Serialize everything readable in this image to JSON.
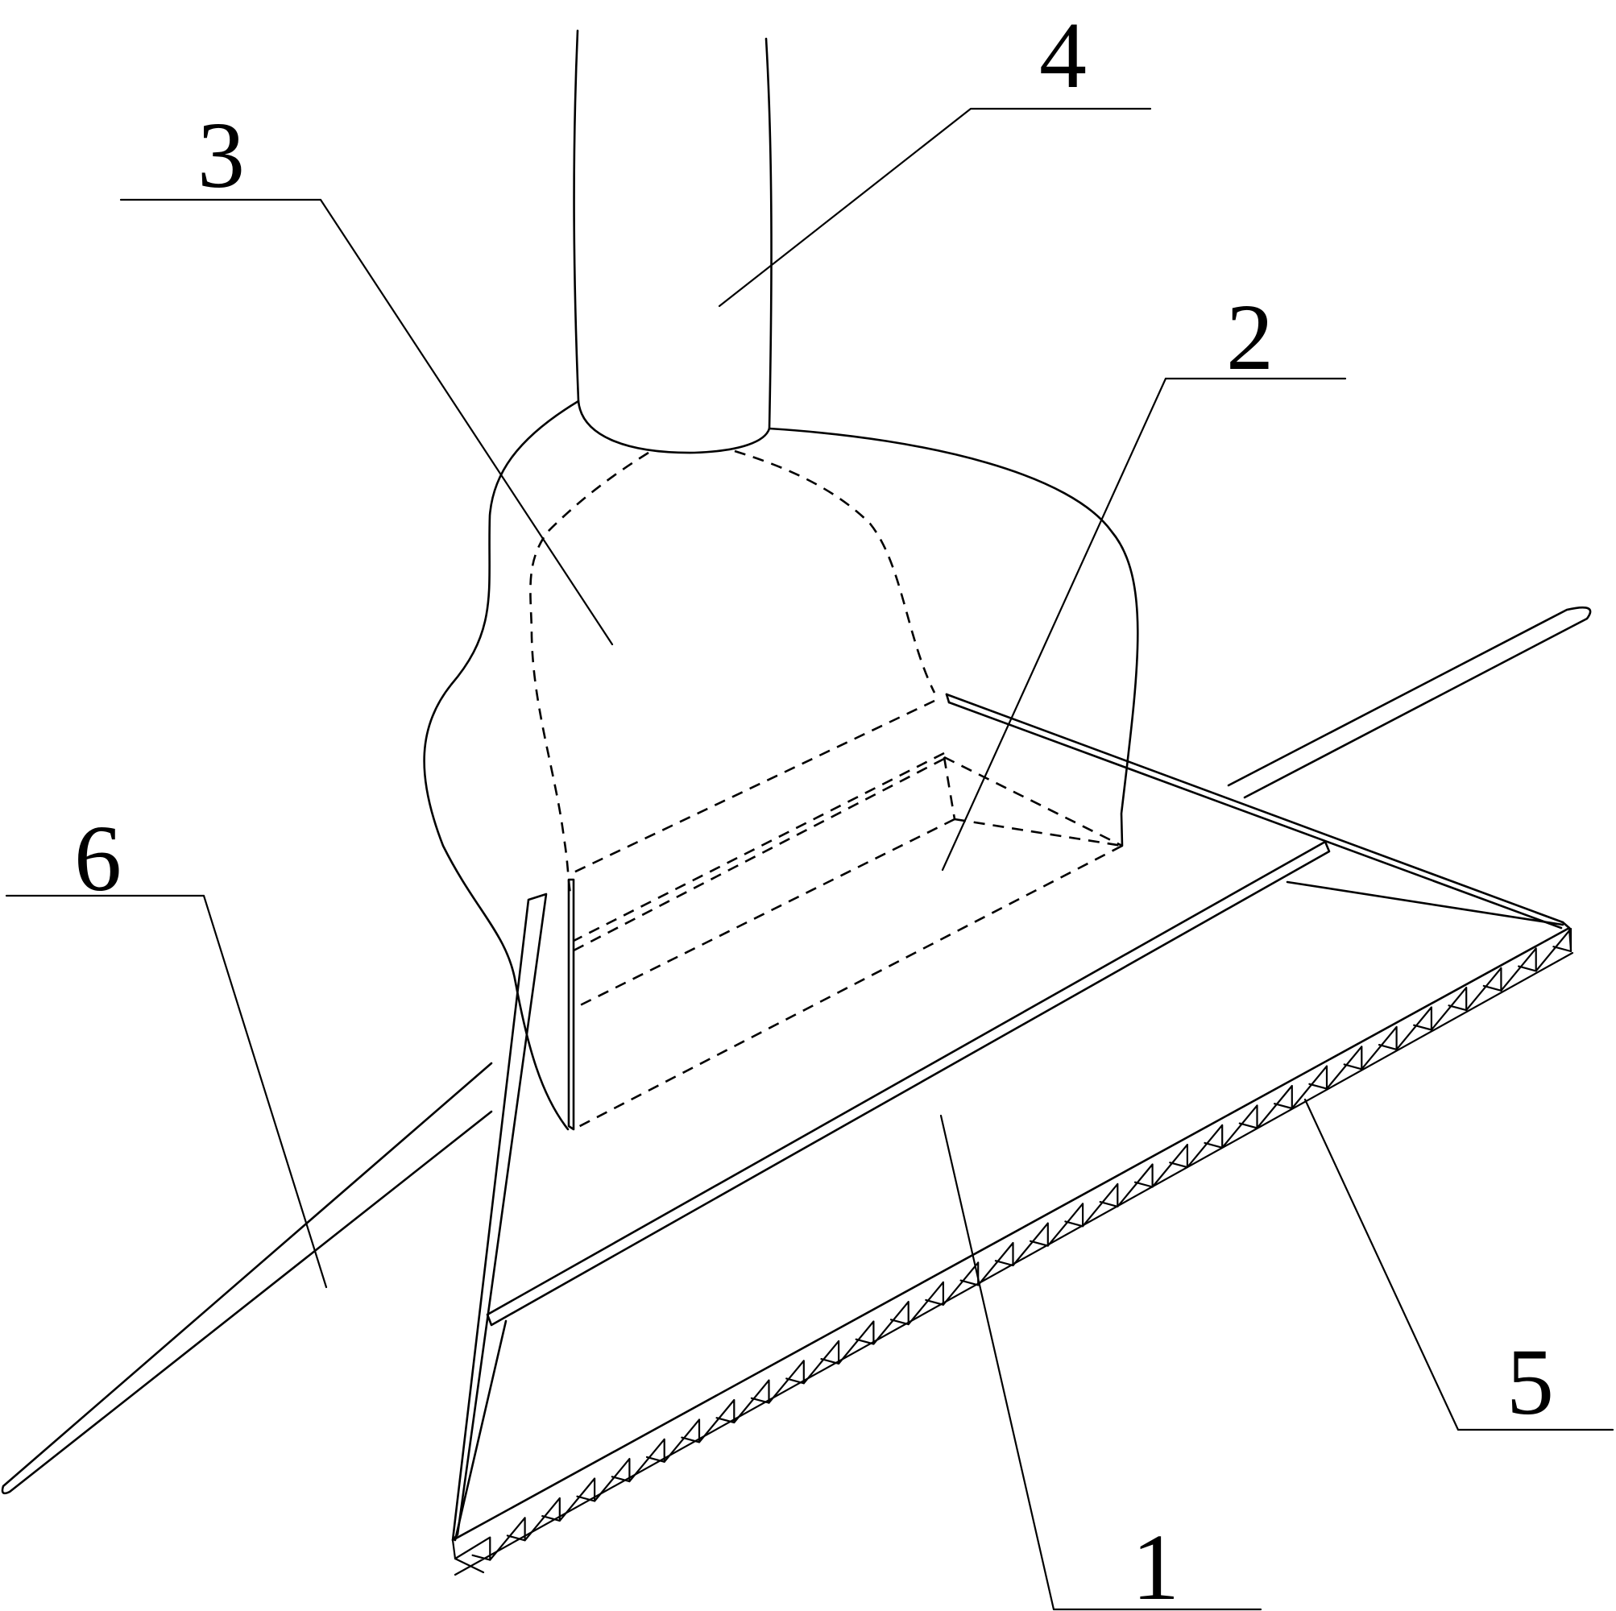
{
  "figure": {
    "labels": [
      {
        "id": "1",
        "text": "1"
      },
      {
        "id": "2",
        "text": "2"
      },
      {
        "id": "3",
        "text": "3"
      },
      {
        "id": "4",
        "text": "4"
      },
      {
        "id": "5",
        "text": "5"
      },
      {
        "id": "6",
        "text": "6"
      }
    ],
    "saw_teeth": 32,
    "line_color": "#000000",
    "background": "#ffffff"
  }
}
